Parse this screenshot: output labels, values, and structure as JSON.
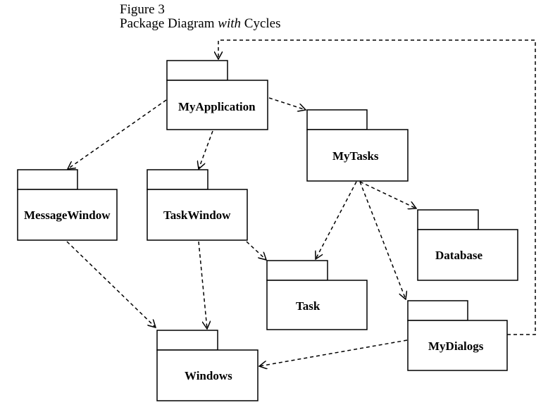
{
  "caption": {
    "figure": "Figure 3",
    "title_prefix": "Package Diagram ",
    "title_emphasis": "with",
    "title_suffix": " Cycles"
  },
  "packages": {
    "myapplication": "MyApplication",
    "mytasks": "MyTasks",
    "messagewindow": "MessageWindow",
    "taskwindow": "TaskWindow",
    "database": "Database",
    "task": "Task",
    "mydialogs": "MyDialogs",
    "windows": "Windows"
  },
  "dependencies": [
    {
      "from": "MyApplication",
      "to": "MyTasks"
    },
    {
      "from": "MyApplication",
      "to": "MessageWindow"
    },
    {
      "from": "MyApplication",
      "to": "TaskWindow"
    },
    {
      "from": "MyTasks",
      "to": "Task"
    },
    {
      "from": "MyTasks",
      "to": "Database"
    },
    {
      "from": "MyTasks",
      "to": "MyDialogs"
    },
    {
      "from": "TaskWindow",
      "to": "Task"
    },
    {
      "from": "TaskWindow",
      "to": "Windows"
    },
    {
      "from": "MessageWindow",
      "to": "Windows"
    },
    {
      "from": "MyDialogs",
      "to": "Windows"
    },
    {
      "from": "MyDialogs",
      "to": "MyApplication"
    }
  ]
}
